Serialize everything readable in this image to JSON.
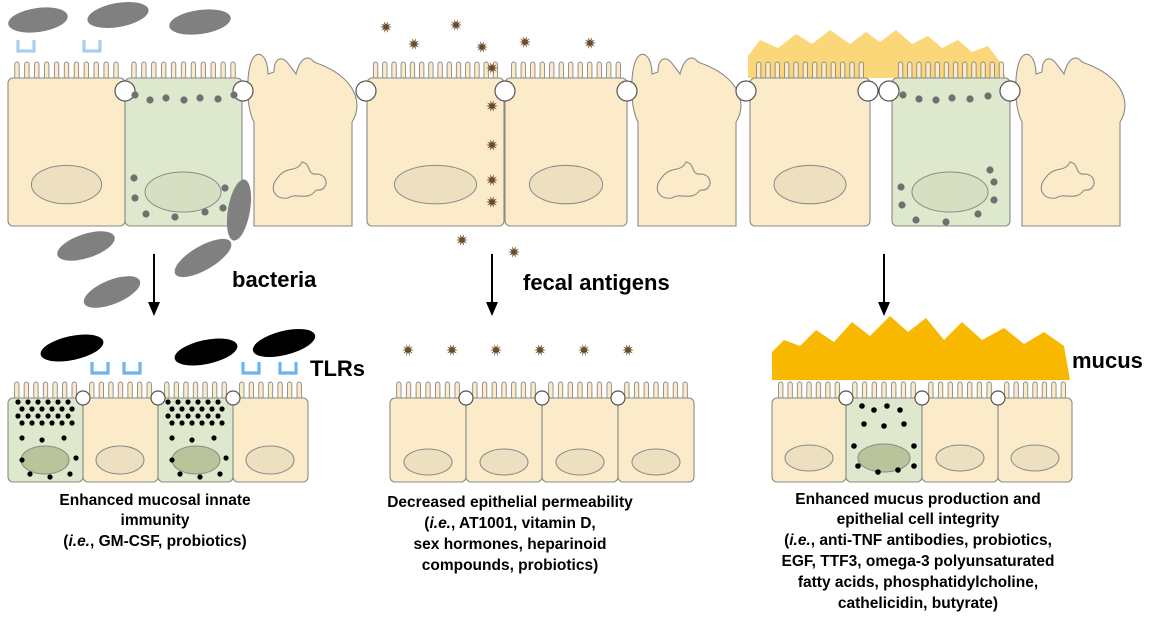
{
  "labels": {
    "bacteria": "bacteria",
    "fecal_antigens": "fecal antigens",
    "tlrs": "TLRs",
    "mucus": "mucus"
  },
  "captions": {
    "left": {
      "line1": "Enhanced mucosal innate",
      "line2": "immunity",
      "line3_prefix": "(",
      "line3_ie": "i.e.",
      "line3_rest": ", GM-CSF, probiotics)"
    },
    "middle": {
      "line1": "Decreased epithelial permeability",
      "line2_prefix": "(",
      "line2_ie": "i.e.",
      "line2_rest": ", AT1001, vitamin D,",
      "line3": "sex hormones, heparinoid",
      "line4": "compounds, probiotics)"
    },
    "right": {
      "line1": "Enhanced mucus production and",
      "line2": "epithelial cell integrity",
      "line3_prefix": "(",
      "line3_ie": "i.e.",
      "line3_rest": ", anti-TNF antibodies, probiotics,",
      "line4": "EGF, TTF3, omega-3 polyunsaturated",
      "line5": "fatty acids, phosphatidylcholine,",
      "line6": "cathelicidin, butyrate)"
    }
  },
  "colors": {
    "cell_fill": "#fbebc8",
    "cell_stroke": "#8a8a8a",
    "activated_cell_fill": "#dde8cc",
    "nucleus_fill": "#ece0c0",
    "activated_nucleus_fill": "#b9c49a",
    "bacteria_gray": "#808080",
    "bacteria_black": "#000000",
    "tlr_blue": "#a9cef0",
    "tlr_blue_strong": "#6cb4ee",
    "mucus_light": "#fbd36a",
    "mucus": "#f8b800",
    "antigen": "#6b4b2a"
  }
}
